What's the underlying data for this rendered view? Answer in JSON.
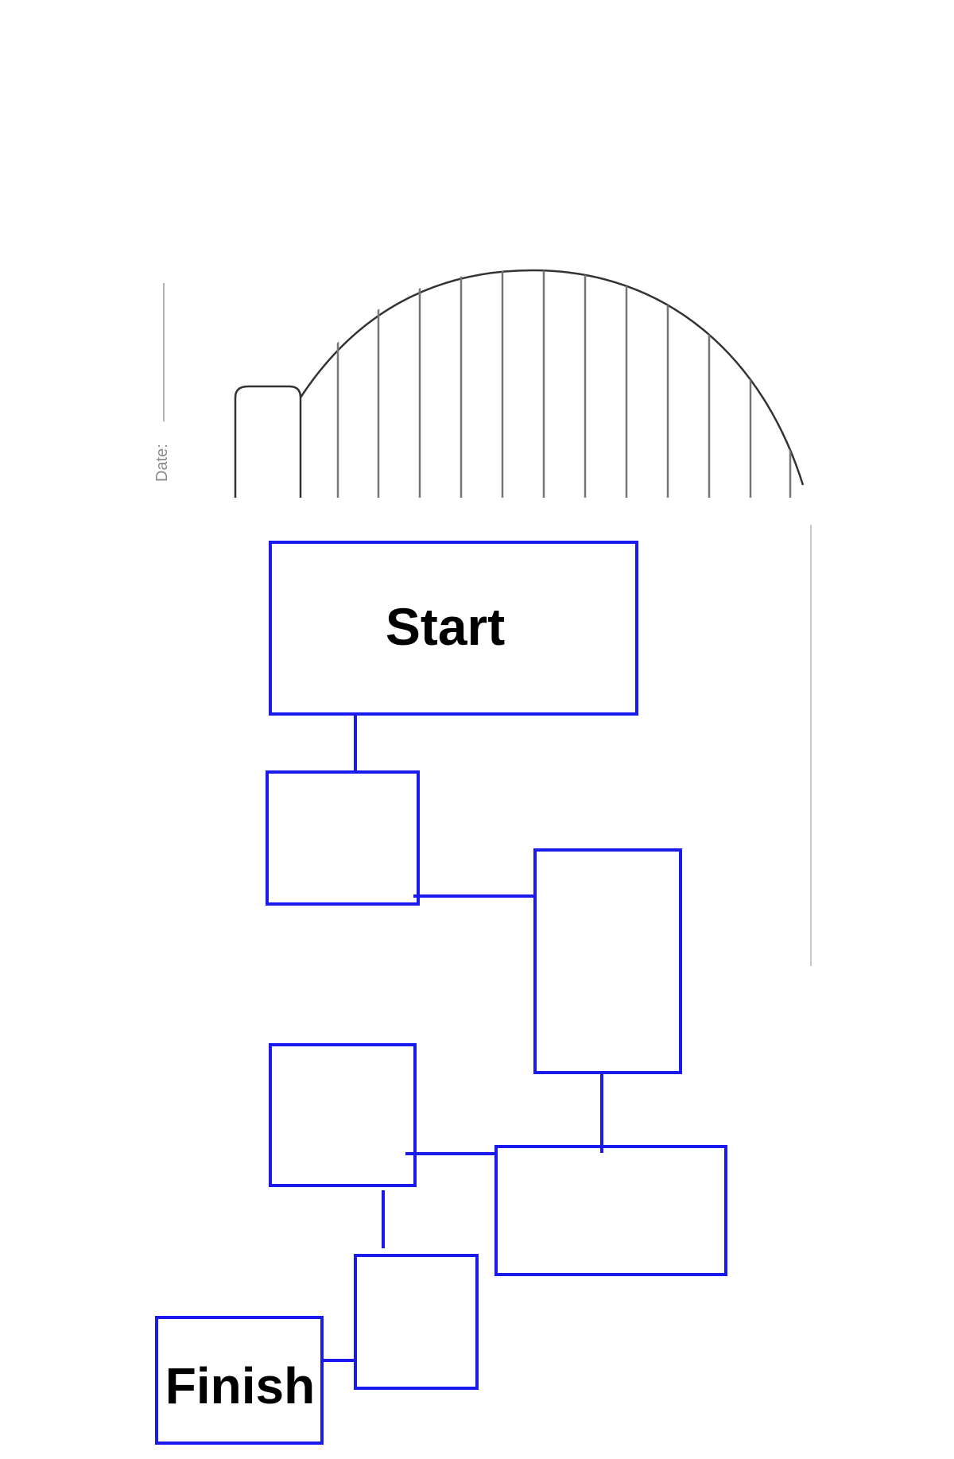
{
  "background_sheet": {
    "date_label": "Date:",
    "line_color": "#333333",
    "stripe_color": "#777777",
    "date_color": "#8a8a8a"
  },
  "flowchart": {
    "box_color": "#1a1aee",
    "start_label": "Start",
    "finish_label": "Finish"
  }
}
